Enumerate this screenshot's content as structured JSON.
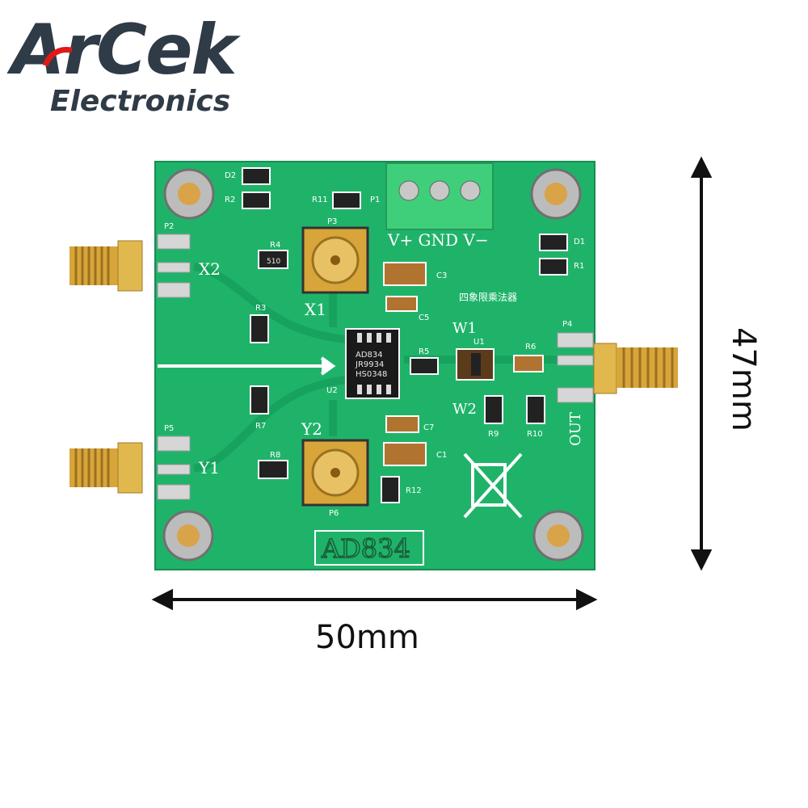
{
  "logo": {
    "brand": "ArCek",
    "subtitle": "Electronics",
    "accent_color": "#e01818",
    "text_color": "#2f3b47"
  },
  "board": {
    "ic_lines": [
      "AD834",
      "JR9934",
      "HS0348"
    ],
    "silkscreen_title": "AD834",
    "chinese_label": "四象限乘法器",
    "terminal_labels": "V+ GND V−",
    "labels": [
      "X2",
      "X1",
      "Y1",
      "Y2",
      "W1",
      "W2",
      "OUT",
      "P1",
      "P2",
      "P3",
      "P4",
      "P5",
      "P6",
      "D1",
      "D2",
      "R1",
      "R2",
      "R3",
      "R4",
      "R5",
      "R6",
      "R7",
      "R8",
      "R9",
      "R10",
      "R11",
      "R12",
      "C1",
      "C3",
      "C5",
      "C7",
      "U1",
      "U2"
    ],
    "component_code": "510"
  },
  "dimensions": {
    "width": "50mm",
    "height": "47mm"
  }
}
